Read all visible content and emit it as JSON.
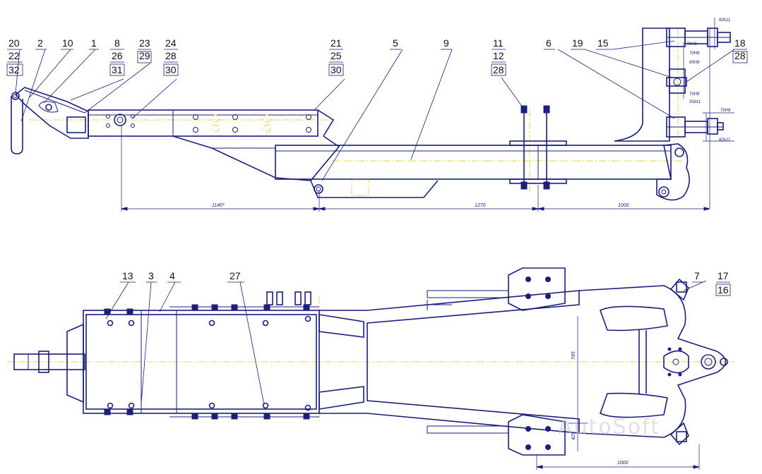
{
  "callouts_top": [
    "20",
    "22",
    "32",
    "2",
    "10",
    "1",
    "8",
    "26",
    "31",
    "23",
    "29",
    "24",
    "28",
    "30",
    "21",
    "25",
    "30",
    "5",
    "9",
    "11",
    "12",
    "28",
    "6",
    "19",
    "15",
    "18",
    "28"
  ],
  "callouts_bottom": [
    "13",
    "3",
    "4",
    "27",
    "7",
    "17",
    "16"
  ],
  "dimensions_top": [
    "1140*",
    "1270",
    "1000"
  ],
  "dimensions_bottom": [
    "745",
    "425",
    "1000"
  ],
  "fits": [
    "60h11",
    "70H8",
    "70H8",
    "65H8",
    "70H8",
    "50d11",
    "70H8",
    "60h11"
  ],
  "watermark": "AutoSoft",
  "colors": {
    "line": "#1b1f7a",
    "centerline": "#e8d24a",
    "text": "#111111"
  }
}
